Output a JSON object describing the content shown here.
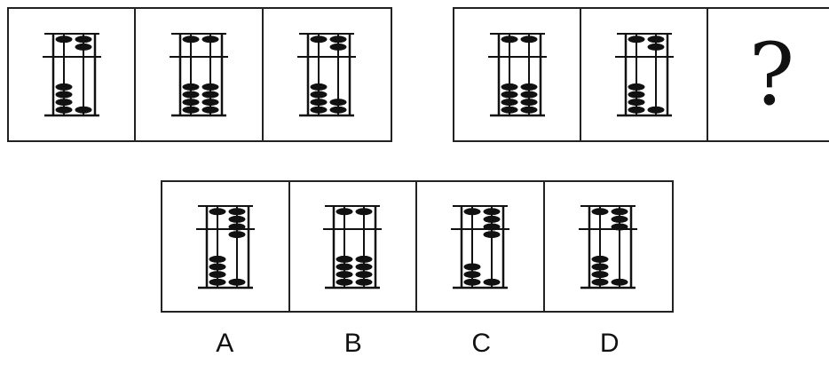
{
  "sequence": [
    {
      "rod1": {
        "upper": 1,
        "lower": 4
      },
      "rod2": {
        "upper": 2,
        "lower": 1
      }
    },
    {
      "rod1": {
        "upper": 1,
        "lower": 4
      },
      "rod2": {
        "upper": 1,
        "lower": 4
      }
    },
    {
      "rod1": {
        "upper": 1,
        "lower": 4
      },
      "rod2": {
        "upper": 2,
        "lower": 2
      }
    }
  ],
  "analog": [
    {
      "rod1": {
        "upper": 1,
        "lower": 4
      },
      "rod2": {
        "upper": 1,
        "lower": 4
      }
    },
    {
      "rod1": {
        "upper": 1,
        "lower": 4
      },
      "rod2": {
        "upper": 2,
        "lower": 1
      }
    }
  ],
  "question_mark": "?",
  "options": [
    {
      "label": "A",
      "rod1": {
        "upper": 1,
        "lower": 4
      },
      "rod2": {
        "upper": 4,
        "lower": 1
      }
    },
    {
      "label": "B",
      "rod1": {
        "upper": 1,
        "lower": 4
      },
      "rod2": {
        "upper": 1,
        "lower": 4
      }
    },
    {
      "label": "C",
      "rod1": {
        "upper": 1,
        "lower": 3
      },
      "rod2": {
        "upper": 4,
        "lower": 1
      }
    },
    {
      "label": "D",
      "rod1": {
        "upper": 1,
        "lower": 4
      },
      "rod2": {
        "upper": 3,
        "lower": 1
      }
    }
  ]
}
